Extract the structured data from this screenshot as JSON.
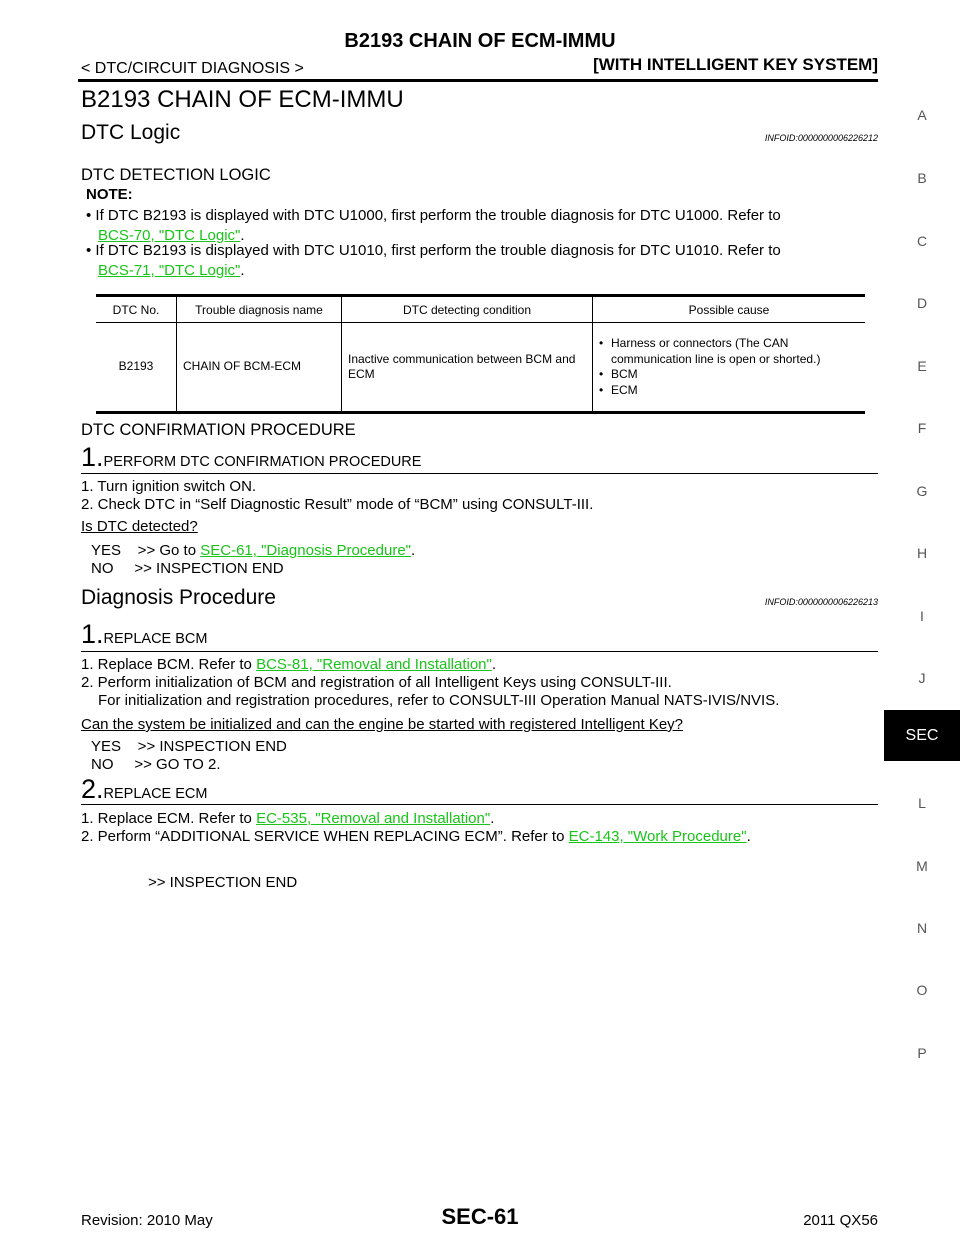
{
  "header": {
    "title": "B2193 CHAIN OF ECM-IMMU",
    "left": "< DTC/CIRCUIT DIAGNOSIS >",
    "right": "[WITH INTELLIGENT KEY SYSTEM]"
  },
  "page_title": "B2193 CHAIN OF ECM-IMMU",
  "dtc_logic": {
    "heading": "DTC Logic",
    "infoid": "INFOID:0000000006226212",
    "detection_heading": "DTC DETECTION LOGIC",
    "note_label": "NOTE:",
    "notes": [
      {
        "text": "If DTC B2193 is displayed with DTC U1000, first perform the trouble diagnosis for DTC U1000. Refer to",
        "link": "BCS-70, \"DTC Logic\"",
        "after": "."
      },
      {
        "text": "If DTC B2193 is displayed with DTC U1010, first perform the trouble diagnosis for DTC U1010. Refer to",
        "link": "BCS-71, \"DTC Logic\"",
        "after": "."
      }
    ],
    "table": {
      "headers": [
        "DTC No.",
        "Trouble diagnosis name",
        "DTC detecting condition",
        "Possible cause"
      ],
      "row": {
        "dtc_no": "B2193",
        "name": "CHAIN OF BCM-ECM",
        "condition": "Inactive communication between BCM and ECM",
        "causes": [
          "Harness or connectors (The CAN communication line is open or shorted.)",
          "BCM",
          "ECM"
        ]
      }
    },
    "confirmation_heading": "DTC CONFIRMATION PROCEDURE"
  },
  "confirm_step1": {
    "num": "1.",
    "title": "PERFORM DTC CONFIRMATION PROCEDURE",
    "items": [
      "1. Turn ignition switch ON.",
      "2. Check DTC in “Self Diagnostic Result” mode of “BCM” using CONSULT-III."
    ],
    "question": "Is DTC detected?",
    "yes_prefix": "YES    >> Go to ",
    "yes_link": "SEC-61, \"Diagnosis Procedure\"",
    "yes_suffix": ".",
    "no": "NO     >> INSPECTION END"
  },
  "diag": {
    "heading": "Diagnosis Procedure",
    "infoid": "INFOID:0000000006226213"
  },
  "diag_step1": {
    "num": "1.",
    "title": "REPLACE BCM",
    "item1_prefix": "1. Replace BCM. Refer to ",
    "item1_link": "BCS-81, \"Removal and Installation\"",
    "item1_suffix": ".",
    "item2": "2. Perform initialization of BCM and registration of all Intelligent Keys using CONSULT-III.",
    "item2_cont": "For initialization and registration procedures, refer to CONSULT-III Operation Manual NATS-IVIS/NVIS.",
    "question": "Can the system be initialized and can the engine be started with registered Intelligent Key?",
    "yes": "YES    >> INSPECTION END",
    "no": "NO     >> GO TO 2."
  },
  "diag_step2": {
    "num": "2.",
    "title": "REPLACE ECM",
    "item1_prefix": "1. Replace ECM. Refer to ",
    "item1_link": "EC-535, \"Removal and Installation\"",
    "item1_suffix": ".",
    "item2_prefix": "2. Perform “ADDITIONAL SERVICE WHEN REPLACING ECM”. Refer to ",
    "item2_link": "EC-143, \"Work Procedure\"",
    "item2_suffix": ".",
    "end": ">> INSPECTION END"
  },
  "side_index": [
    "A",
    "B",
    "C",
    "D",
    "E",
    "F",
    "G",
    "H",
    "I",
    "J",
    "SEC",
    "L",
    "M",
    "N",
    "O",
    "P"
  ],
  "footer": {
    "left": "Revision: 2010 May",
    "page": "SEC-61",
    "right": "2011 QX56"
  },
  "colors": {
    "link": "#19c419",
    "tab_bg": "#000000"
  }
}
